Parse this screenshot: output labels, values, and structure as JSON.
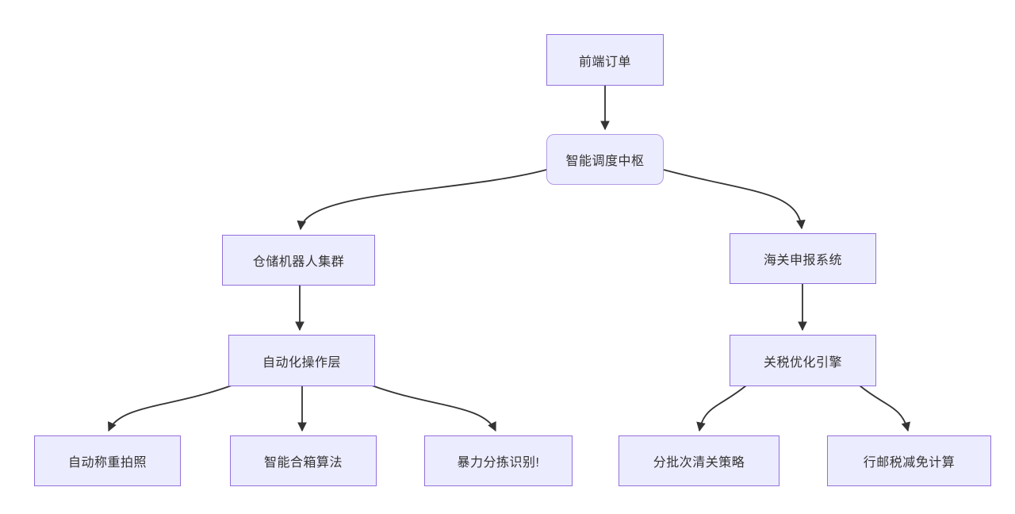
{
  "diagram": {
    "type": "flowchart-top-down",
    "nodes": [
      {
        "id": "order",
        "label": "前端订单",
        "shape": "rect"
      },
      {
        "id": "hub",
        "label": "智能调度中枢",
        "shape": "rounded"
      },
      {
        "id": "warehouse",
        "label": "仓储机器人集群",
        "shape": "rect"
      },
      {
        "id": "customs",
        "label": "海关申报系统",
        "shape": "rect"
      },
      {
        "id": "ops",
        "label": "自动化操作层",
        "shape": "rect"
      },
      {
        "id": "tariff",
        "label": "关税优化引擎",
        "shape": "rect"
      },
      {
        "id": "weigh",
        "label": "自动称重拍照",
        "shape": "rect"
      },
      {
        "id": "pack",
        "label": "智能合箱算法",
        "shape": "rect"
      },
      {
        "id": "sort",
        "label": "暴力分拣识别!",
        "shape": "rect"
      },
      {
        "id": "batch",
        "label": "分批次清关策略",
        "shape": "rect"
      },
      {
        "id": "postal",
        "label": "行邮税减免计算",
        "shape": "rect"
      }
    ],
    "edges": [
      {
        "from": "order",
        "to": "hub"
      },
      {
        "from": "hub",
        "to": "warehouse"
      },
      {
        "from": "hub",
        "to": "customs"
      },
      {
        "from": "warehouse",
        "to": "ops"
      },
      {
        "from": "customs",
        "to": "tariff"
      },
      {
        "from": "ops",
        "to": "weigh"
      },
      {
        "from": "ops",
        "to": "pack"
      },
      {
        "from": "ops",
        "to": "sort"
      },
      {
        "from": "tariff",
        "to": "batch"
      },
      {
        "from": "tariff",
        "to": "postal"
      }
    ],
    "colors": {
      "node_fill": "#ECECFF",
      "node_border": "#9370DB",
      "hub_border": "#b49ae3",
      "edge": "#333333",
      "text": "#333333",
      "background": "#ffffff"
    }
  }
}
